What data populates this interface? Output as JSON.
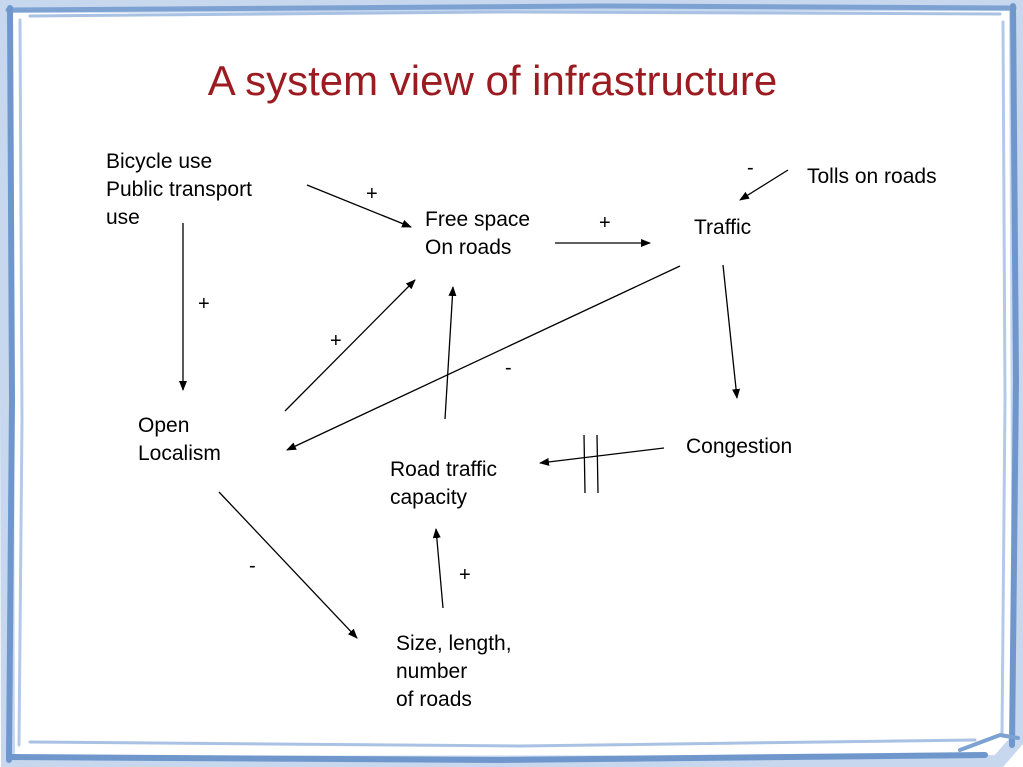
{
  "title": "A system view of infrastructure",
  "colors": {
    "title": "#9b1b20",
    "frame_blue": "#6f97cc",
    "frame_light": "#c6d7ee",
    "text": "#000000"
  },
  "nodes": {
    "bicycle": [
      "Bicycle use",
      "Public transport",
      "use"
    ],
    "free_space": [
      "Free space",
      "On roads"
    ],
    "traffic": [
      "Traffic"
    ],
    "tolls": [
      "Tolls on roads"
    ],
    "open_localism": [
      "Open",
      "Localism"
    ],
    "road_capacity": [
      "Road traffic",
      "capacity"
    ],
    "congestion": [
      "Congestion"
    ],
    "size_roads": [
      "Size, length,",
      "number",
      "of roads"
    ]
  },
  "links": [
    {
      "from": "bicycle",
      "to": "free_space",
      "sign": "+"
    },
    {
      "from": "bicycle",
      "to": "open_localism",
      "sign": "+"
    },
    {
      "from": "free_space",
      "to": "traffic",
      "sign": "+"
    },
    {
      "from": "tolls",
      "to": "traffic",
      "sign": "-"
    },
    {
      "from": "open_localism",
      "to": "free_space",
      "sign": "+"
    },
    {
      "from": "traffic",
      "to": "open_localism",
      "sign": "-"
    },
    {
      "from": "road_capacity",
      "to": "free_space",
      "sign": ""
    },
    {
      "from": "traffic",
      "to": "congestion",
      "sign": ""
    },
    {
      "from": "congestion",
      "to": "road_capacity",
      "sign": "",
      "delay": true
    },
    {
      "from": "open_localism",
      "to": "size_roads",
      "sign": "-"
    },
    {
      "from": "size_roads",
      "to": "road_capacity",
      "sign": "+"
    }
  ]
}
